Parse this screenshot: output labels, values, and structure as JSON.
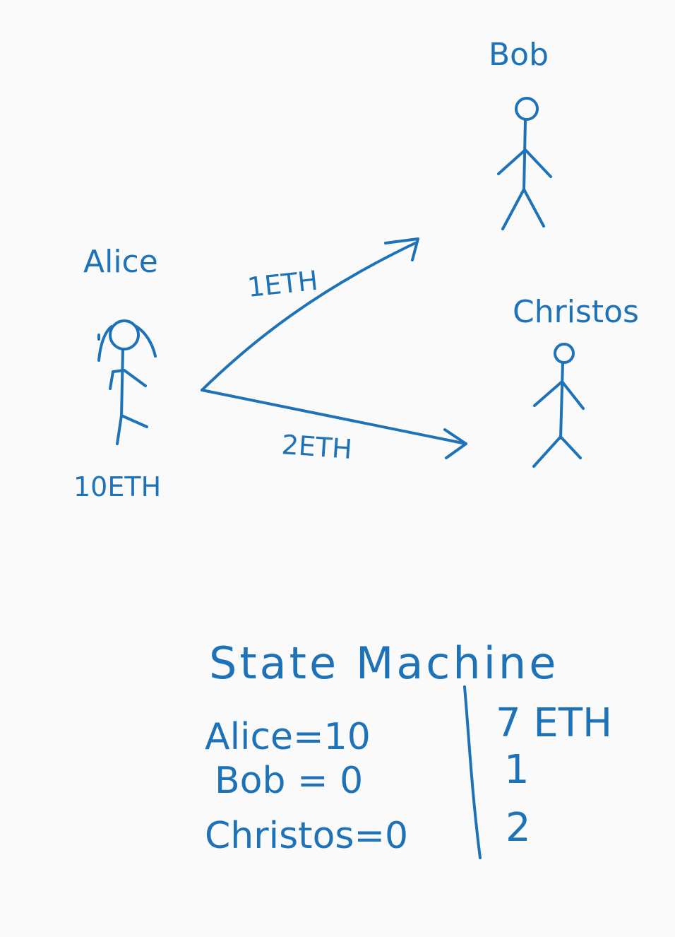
{
  "people": {
    "alice": {
      "name": "Alice",
      "balance": "10ETH"
    },
    "bob": {
      "name": "Bob"
    },
    "christos": {
      "name": "Christos"
    }
  },
  "transfers": {
    "to_bob": "1ETH",
    "to_christos": "2ETH"
  },
  "state_machine": {
    "title": "State Machine",
    "initial": [
      "Alice=10",
      "Bob = 0",
      "Christos=0"
    ],
    "updated": [
      "7 ETH",
      "1",
      "2"
    ]
  },
  "colors": {
    "ink": "#1e72b8",
    "paper": "#fafafa"
  }
}
